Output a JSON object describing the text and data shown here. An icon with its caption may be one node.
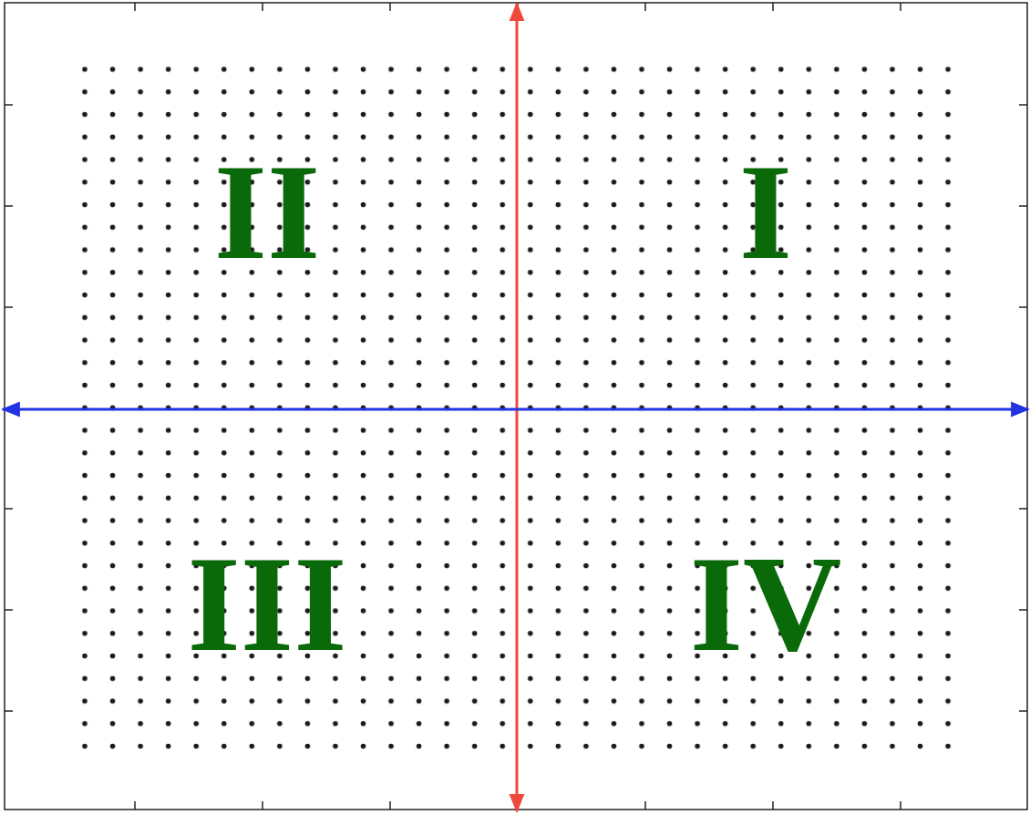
{
  "diagram": {
    "labels": [
      "II",
      "I",
      "III",
      "IV"
    ]
  }
}
